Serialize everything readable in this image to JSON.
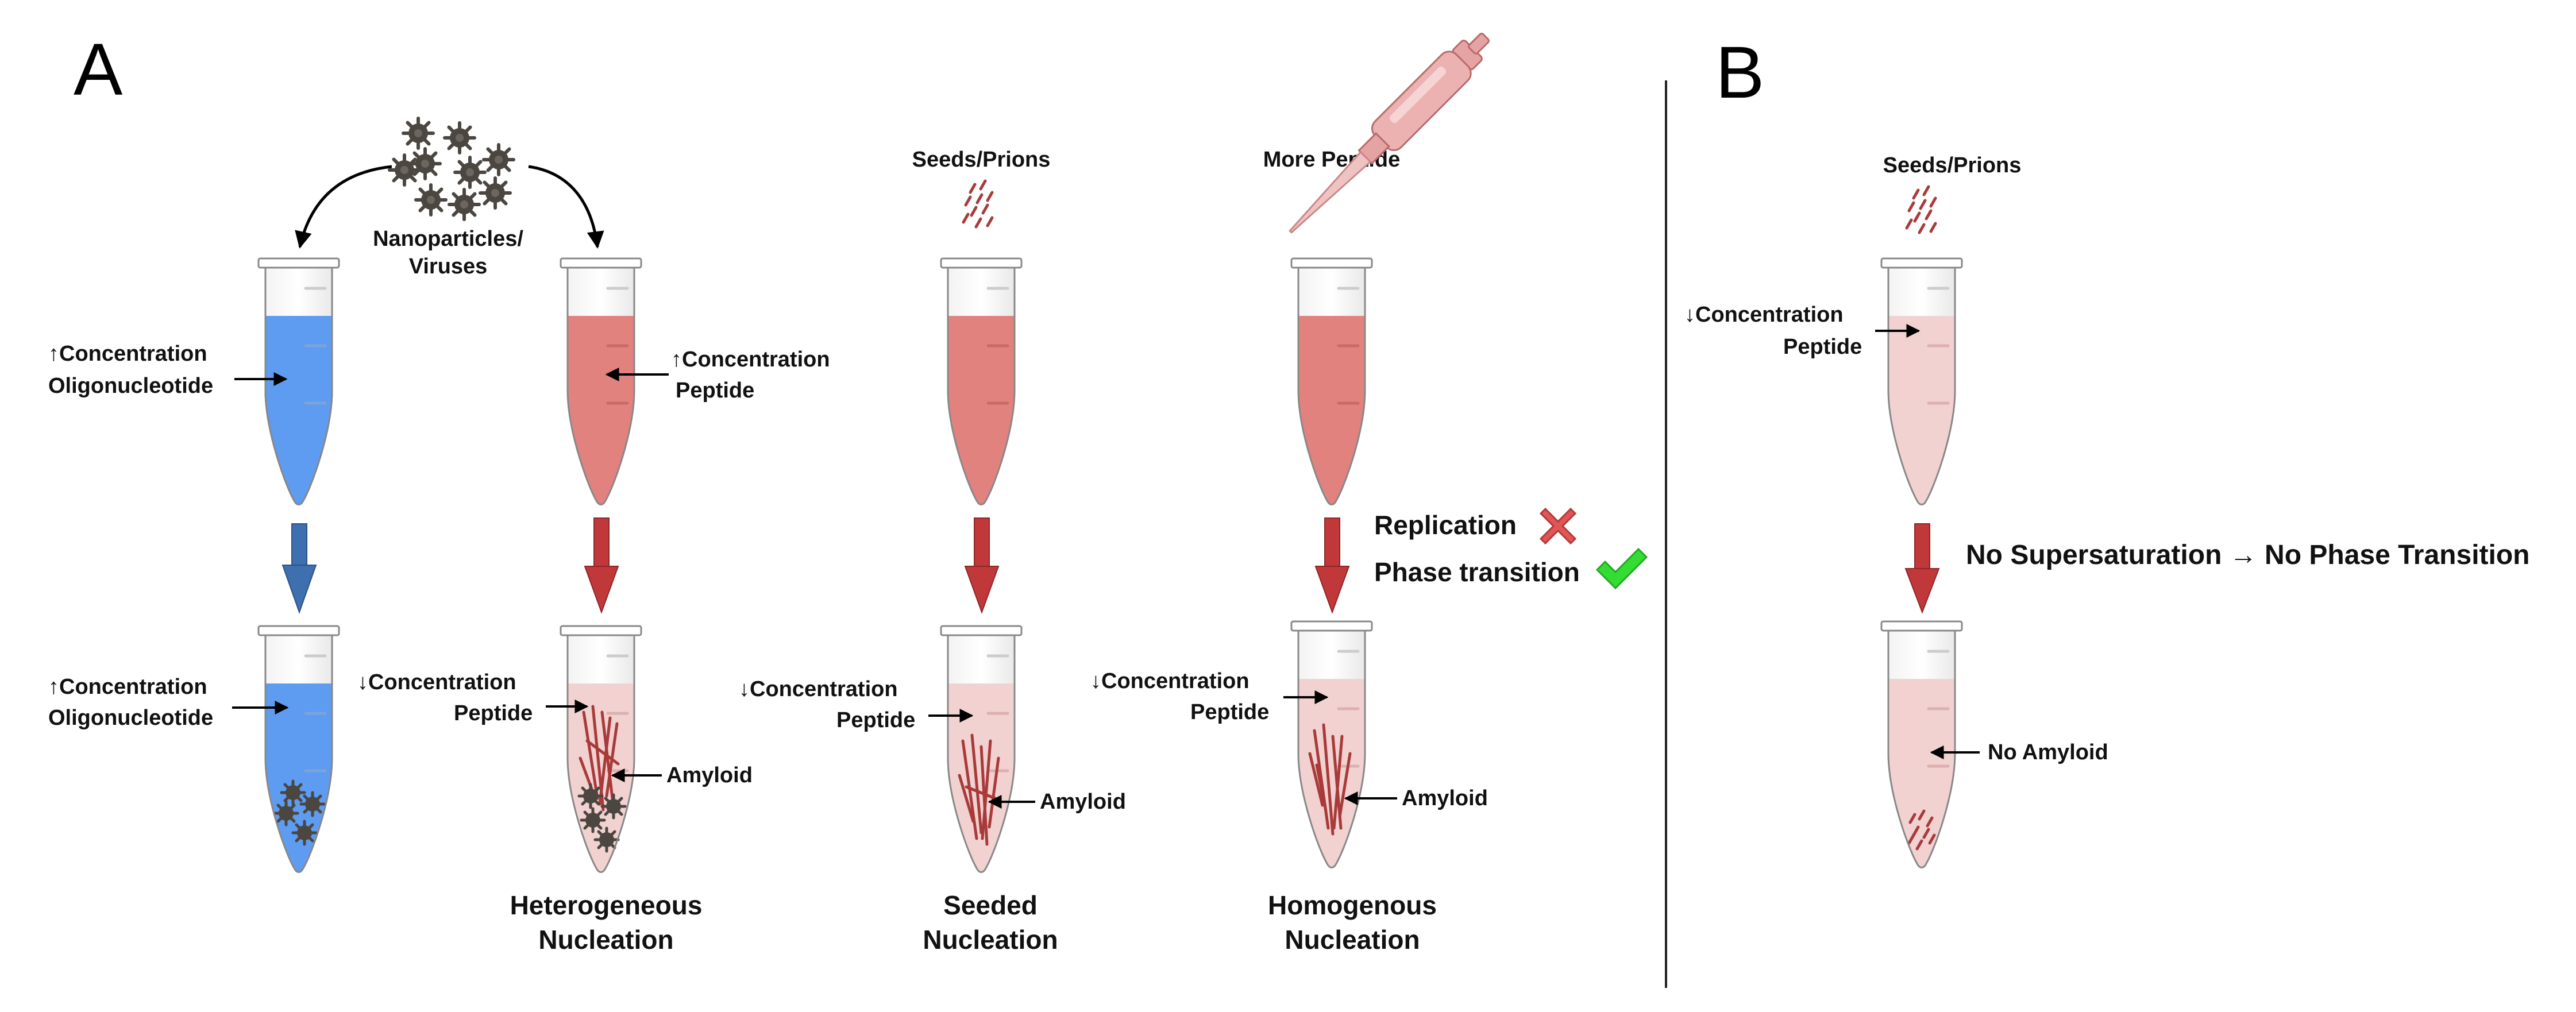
{
  "panels": {
    "a": {
      "letter": "A"
    },
    "b": {
      "letter": "B"
    }
  },
  "labels": {
    "nanoparticles_line1": "Nanoparticles/",
    "nanoparticles_line2": "Viruses",
    "seeds_a": "Seeds/Prions",
    "more_peptide": "More Peptide",
    "seeds_b": "Seeds/Prions",
    "c1_top_line1": "↑Concentration",
    "c1_top_line2": "Oligonucleotide",
    "c2_top_line1": "↑Concentration",
    "c2_top_line2": "Peptide",
    "c1_bot_line1": "↑Concentration",
    "c1_bot_line2": "Oligonucleotide",
    "c2_bot_line1": "↓Concentration",
    "c2_bot_line2": "Peptide",
    "c2_bot_amyloid": "Amyloid",
    "c3_bot_line1": "↓Concentration",
    "c3_bot_line2": "Peptide",
    "c3_bot_amyloid": "Amyloid",
    "c4_bot_line1": "↓Concentration",
    "c4_bot_line2": "Peptide",
    "c4_bot_amyloid": "Amyloid",
    "replication": "Replication",
    "phase_transition": "Phase transition",
    "b_top_line1": "↓Concentration",
    "b_top_line2": "Peptide",
    "no_supersaturation": "No Supersaturation → No Phase Transition",
    "no_amyloid": "No Amyloid"
  },
  "captions": {
    "heterogeneous_line1": "Heterogeneous",
    "heterogeneous_line2": "Nucleation",
    "seeded_line1": "Seeded",
    "seeded_line2": "Nucleation",
    "homogenous_line1": "Homogenous",
    "homogenous_line2": "Nucleation"
  },
  "colors": {
    "oligonucleotide_blue": "#5d9cf0",
    "peptide_red": "#e2827f",
    "peptide_pale": "#f1d2d1",
    "amyloid_fiber": "#a93a3a",
    "process_arrow_red": "#c0383a",
    "process_arrow_blue": "#3e6fae",
    "nanoparticle": "#4b4640",
    "cross_red": "#e05555",
    "check_green": "#33dd33",
    "pipette": "#e6a3a3"
  },
  "icons": {
    "replication_status": "cross-icon",
    "phase_transition_status": "check-icon",
    "dispenser": "pipette-icon"
  }
}
